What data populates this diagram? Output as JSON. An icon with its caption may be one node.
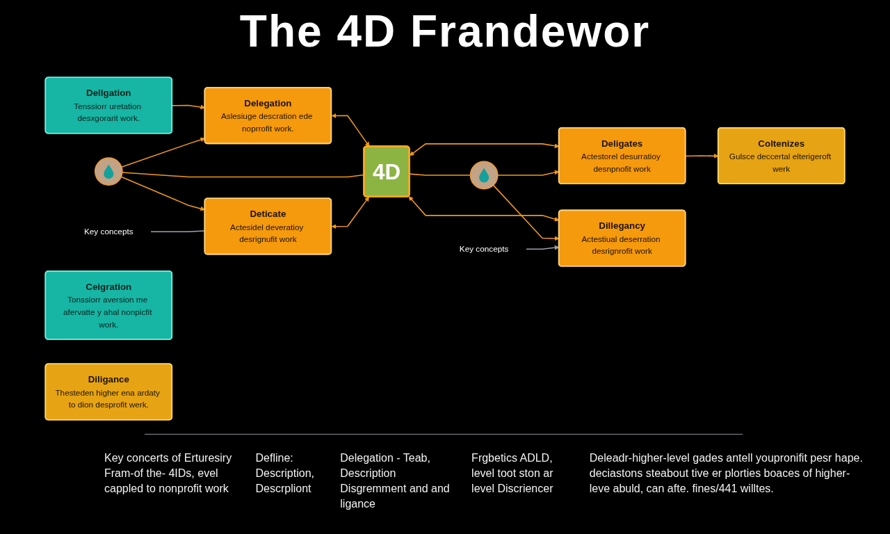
{
  "diagram": {
    "title": "The 4D Frandewor",
    "nodes": [
      {
        "text": [
          "Key concepts"
        ]
      },
      {
        "text": [
          "Key concepts"
        ]
      },
      {
        "text": [
          "Dellgation",
          "Tenssiorr uretation desxgorarit work."
        ]
      },
      {
        "text": [
          "Delegation",
          "Aslesiuge descration ede noprrofit work."
        ]
      },
      {
        "text": [
          "Deligates",
          "Actestorel desurratioy desnpnofit work"
        ]
      },
      {
        "text": [
          "Coltenizes",
          "Gulsce deccertal elterigeroft werk"
        ]
      },
      {
        "text": [],
        "shape": "circle"
      },
      {
        "text": [
          "4D"
        ]
      },
      {
        "text": [],
        "shape": "circle"
      },
      {
        "text": [
          "Ceigration",
          "Tonssiorr aversion me afervatte y ahal nonpicfit work."
        ]
      },
      {
        "text": [
          "Diligance",
          "Thesteden higher ena ardaty to dion desprofit werk."
        ]
      },
      {
        "text": [
          "Deticate",
          "Actesidel deveratioy desrignufit work"
        ]
      },
      {
        "text": [
          "Dillegancy",
          "Actestiual deserration desrignrofit work"
        ]
      }
    ],
    "edges": [
      {
        "from": 2,
        "to": 3,
        "arrow": "to"
      },
      {
        "from": 3,
        "to": 7,
        "arrow": "both"
      },
      {
        "from": 6,
        "to": 3,
        "arrow": "to"
      },
      {
        "from": 6,
        "to": 11,
        "arrow": "to"
      },
      {
        "from": 6,
        "to": 7,
        "arrow": "none"
      },
      {
        "from": 11,
        "to": 7,
        "arrow": "both"
      },
      {
        "from": 7,
        "to": 4,
        "arrow": "both"
      },
      {
        "from": 7,
        "to": 12,
        "arrow": "both"
      },
      {
        "from": 8,
        "to": 4,
        "arrow": "to"
      },
      {
        "from": 8,
        "to": 12,
        "arrow": "to"
      },
      {
        "from": 7,
        "to": 8,
        "arrow": "none"
      },
      {
        "from": 4,
        "to": 5,
        "arrow": "to"
      },
      {
        "from": 0,
        "to": 11,
        "arrow": "none",
        "color": "#9ca3af"
      },
      {
        "from": 1,
        "to": 12,
        "arrow": "to",
        "color": "#9ca3af"
      }
    ],
    "labels": [
      "Key concerts of Erturesiry Fram-of the- 4IDs, evel cappled to nonprofit work",
      "Defline: Description, Descrpliont",
      "Delegation - Teab, Description Disgremment and and ligance",
      "Frgbetics ADLD, level toot ston ar level Discriencer",
      "Deleadr-higher-level gades antell youpronifit pesr hape. deciastons steabout tive er plorties boaces of higher-leve abuld, can afte. fines/441 willtes."
    ]
  }
}
